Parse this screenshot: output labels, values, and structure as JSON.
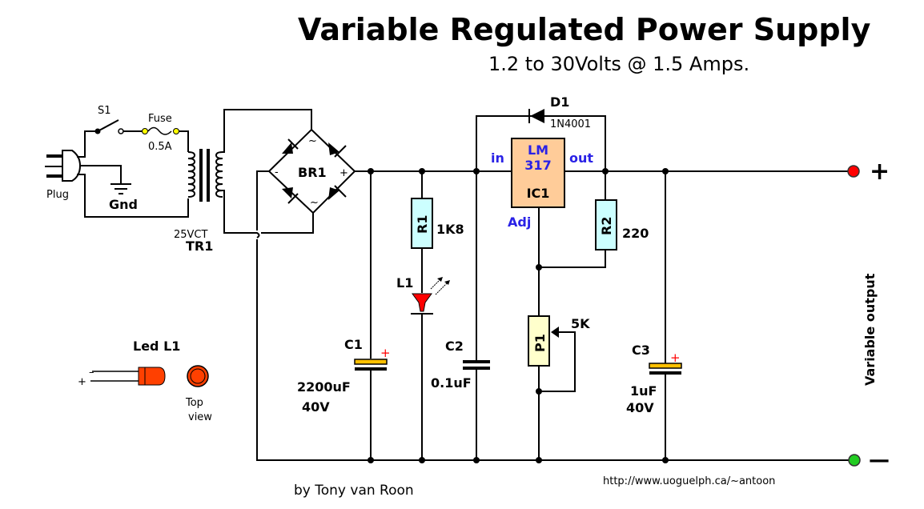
{
  "title": "Variable Regulated Power Supply",
  "subtitle": "1.2 to 30Volts @ 1.5 Amps.",
  "author": "by Tony van Roon",
  "url": "http://www.uoguelph.ca/~antoon",
  "colors": {
    "wire": "#000000",
    "resistor_fill": "#ccffff",
    "ic_fill": "#ffcc99",
    "pot_fill": "#ffffcc",
    "cap_plate": "#ffc000",
    "led_red": "#ff0000",
    "led_body": "#ff4000",
    "ic_text": "#2a22e6",
    "terminal_positive": "#ff0000",
    "terminal_negative": "#22cc22",
    "fuse_dot": "#ffff00"
  },
  "input": {
    "plug_label": "Plug",
    "ground_label": "Gnd",
    "switch_label": "S1",
    "fuse_label": "Fuse",
    "fuse_rating": "0.5A",
    "transformer_rating": "25VCT",
    "transformer_label": "TR1"
  },
  "components": {
    "bridge": {
      "label": "BR1",
      "minus": "-",
      "plus": "+",
      "ac1": "~",
      "ac2": "~"
    },
    "c1": {
      "label": "C1",
      "value": "2200uF",
      "voltage": "40V",
      "polarity": "+"
    },
    "r1": {
      "label": "R1",
      "value": "1K8"
    },
    "l1": {
      "label": "L1"
    },
    "c2": {
      "label": "C2",
      "value": "0.1uF"
    },
    "d1": {
      "label": "D1",
      "part": "1N4001"
    },
    "ic1": {
      "label": "IC1",
      "part_line1": "LM",
      "part_line2": "317",
      "pin_in": "in",
      "pin_out": "out",
      "pin_adj": "Adj"
    },
    "r2": {
      "label": "R2",
      "value": "220"
    },
    "p1": {
      "label": "P1",
      "value": "5K"
    },
    "c3": {
      "label": "C3",
      "value": "1uF",
      "voltage": "40V",
      "polarity": "+"
    }
  },
  "output": {
    "label": "Variable output",
    "positive": "+",
    "negative": "—"
  },
  "led_detail": {
    "title": "Led  L1",
    "minus": "–",
    "plus": "+",
    "top_view_line1": "Top",
    "top_view_line2": "view"
  }
}
